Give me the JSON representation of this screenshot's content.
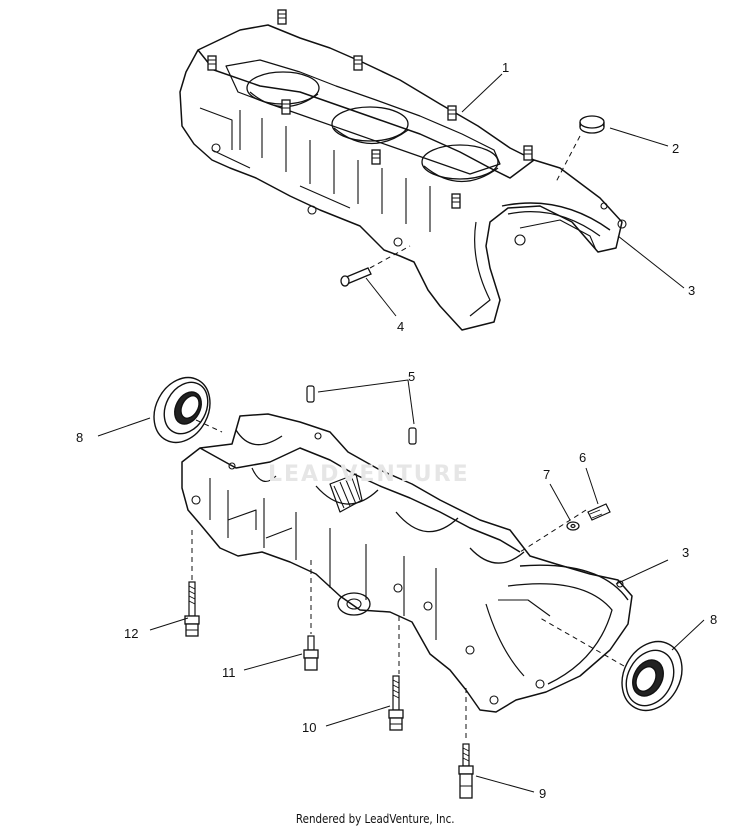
{
  "diagram": {
    "upper_assembly": {
      "callouts": [
        "1",
        "2",
        "3",
        "4"
      ]
    },
    "lower_assembly": {
      "callouts": [
        "5",
        "6",
        "7",
        "3",
        "8",
        "8",
        "9",
        "10",
        "11",
        "12"
      ]
    }
  },
  "watermark": {
    "text": "LEADVENTURE"
  },
  "footer": {
    "text": "Rendered by LeadVenture, Inc."
  },
  "colors": {
    "line": "#111111",
    "background": "#ffffff",
    "watermark": "#e6e6e6"
  }
}
